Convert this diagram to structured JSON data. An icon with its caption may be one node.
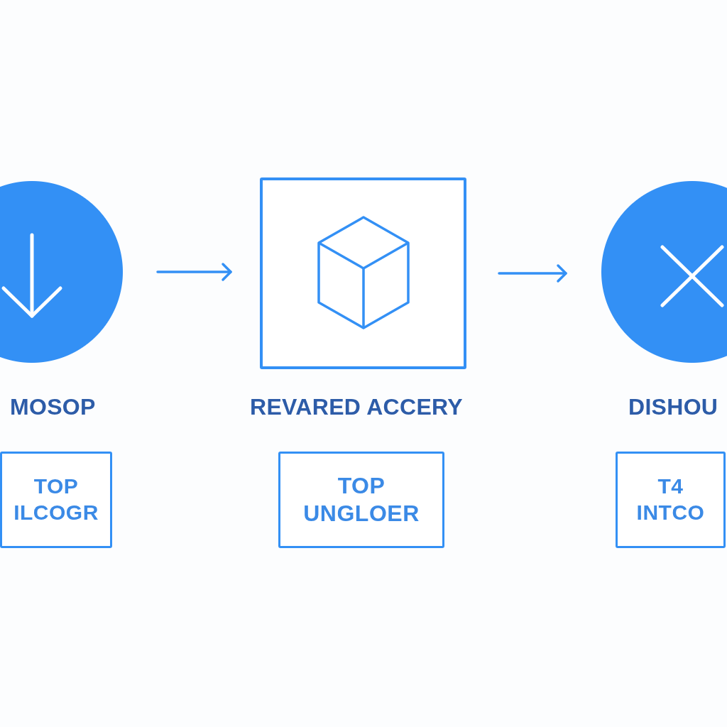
{
  "diagram": {
    "nodes": [
      {
        "text": [],
        "shape": "circle",
        "beside": [
          "MOSOP"
        ]
      },
      {
        "text": [
          "TOP ILCOGR"
        ]
      },
      {
        "text": [],
        "shape": "box",
        "beside": [
          "REVARED ACCERY"
        ]
      },
      {
        "text": [
          "TOP UNGLOER"
        ]
      },
      {
        "text": [],
        "shape": "circle",
        "beside": [
          "DISHOU"
        ]
      },
      {
        "text": [
          "T4 INTCO"
        ]
      }
    ],
    "edges": [
      {
        "from": 0,
        "to": 2,
        "arrow": "to"
      },
      {
        "from": 2,
        "to": 4,
        "arrow": "to"
      }
    ]
  }
}
